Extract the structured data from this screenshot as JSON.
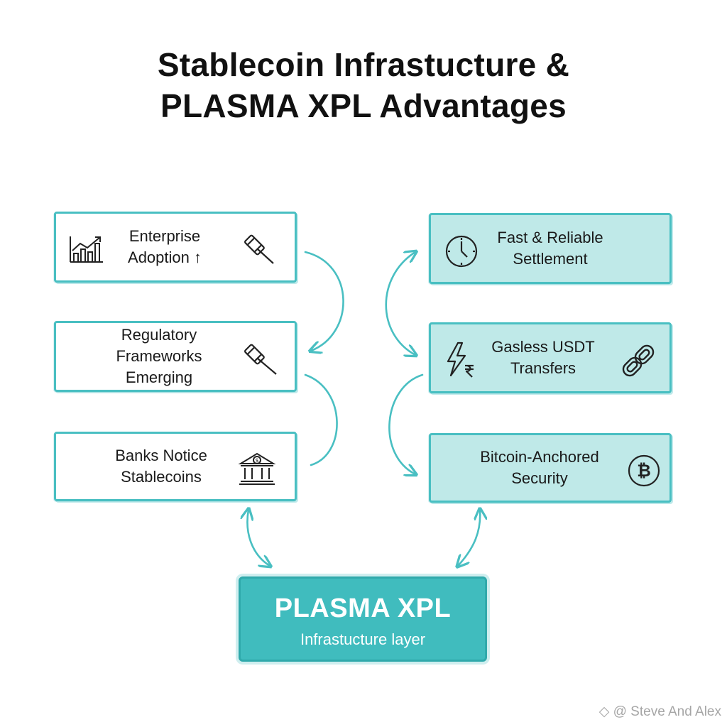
{
  "title": {
    "line1": "Stablecoin Infrastucture &",
    "line2": "PLASMA XPL Advantages"
  },
  "left_boxes": [
    {
      "line1": "Enterprise",
      "line2": "Adoption ↑",
      "icons": [
        "bar-chart-rising-icon",
        "gavel-icon"
      ]
    },
    {
      "line1": "Regulatory",
      "line2": "Frameworks",
      "line3": "Emerging",
      "icons": [
        "gavel-icon"
      ]
    },
    {
      "line1": "Banks Notice",
      "line2": "Stablecoins",
      "icons": [
        "bank-dollar-icon"
      ]
    }
  ],
  "right_boxes": [
    {
      "line1": "Fast & Reliable",
      "line2": "Settlement",
      "icons": [
        "clock-icon"
      ]
    },
    {
      "line1": "Gasless USDT",
      "line2": "Transfers",
      "icons": [
        "lightning-fee-icon",
        "chain-link-icon"
      ]
    },
    {
      "line1": "Bitcoin-Anchored",
      "line2": "Security",
      "icons": [
        "bitcoin-icon"
      ]
    }
  ],
  "core": {
    "title": "PLASMA XPL",
    "subtitle": "Infrastucture layer"
  },
  "watermark": "@ Steve And Alex",
  "colors": {
    "accent": "#49bfc2",
    "right_box_fill": "#bfe9e8",
    "core_fill": "#40bcbe"
  }
}
